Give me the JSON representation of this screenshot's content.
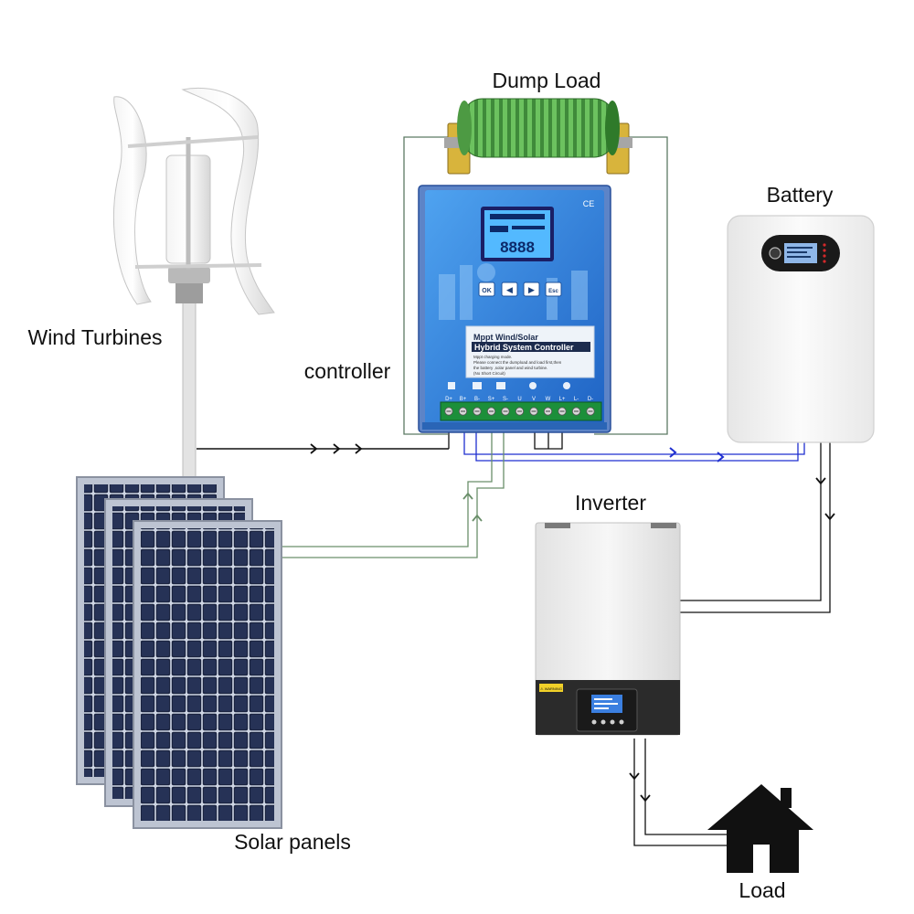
{
  "labels": {
    "dump_load": "Dump Load",
    "battery": "Battery",
    "wind_turbines": "Wind Turbines",
    "controller": "controller",
    "inverter": "Inverter",
    "solar_panels": "Solar panels",
    "load": "Load"
  },
  "controller_panel": {
    "ce_mark": "CE",
    "title_line1": "Mppt Wind/Solar",
    "title_line2": "Hybrid System Controller",
    "notice": [
      "Mppt charging mode.",
      "Please connect the dumpload and load first,then",
      "the battery ,solar panel and wind turbine.",
      "(No Short Circuit)"
    ],
    "buttons": [
      "OK",
      "◀",
      "▶",
      "Esc"
    ],
    "lcd_digits": "8888",
    "terminals": [
      "D+",
      "B+",
      "B-",
      "S+",
      "S-",
      "U",
      "V",
      "W",
      "L+",
      "L-",
      "D-"
    ]
  },
  "inverter_panel": {
    "warning": "⚠ WARNING"
  },
  "colors": {
    "controller_blue": "#2f7fd8",
    "wire_blue": "#1f2fd0",
    "wire_green": "#6a8f6a",
    "house": "#111111"
  }
}
